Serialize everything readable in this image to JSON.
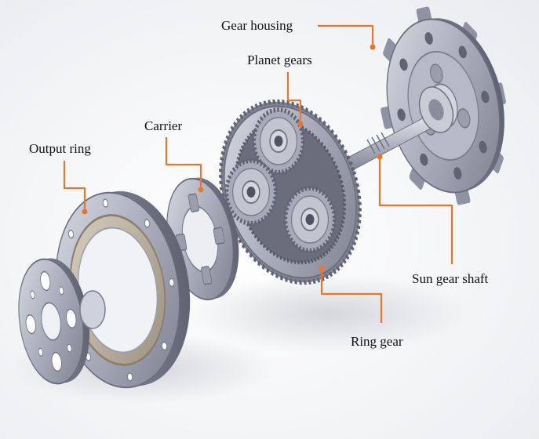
{
  "labels": {
    "gear_housing": "Gear housing",
    "planet_gears": "Planet gears",
    "carrier": "Carrier",
    "output_ring": "Output ring",
    "sun_gear_shaft": "Sun gear shaft",
    "ring_gear": "Ring gear"
  },
  "colors": {
    "leader": "#e9772a",
    "metal_light": "#c9ccd6",
    "metal_mid": "#9ea2b0",
    "metal_dark": "#6d7180",
    "bronze": "#bdb3a2"
  }
}
